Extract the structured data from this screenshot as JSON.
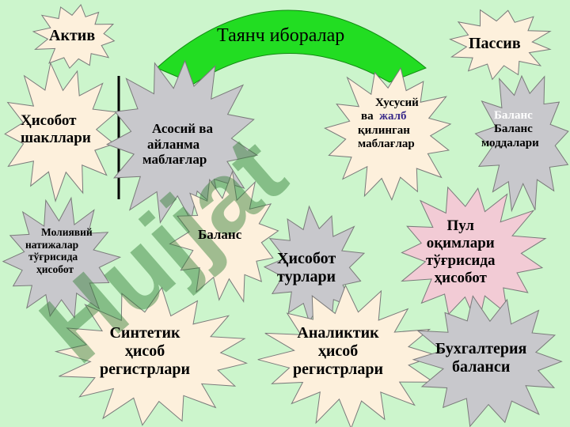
{
  "title": "Таянч иборалар",
  "watermark": "Hujjat",
  "colors": {
    "background": "#ccf5cc",
    "arc": "#22dd22",
    "cream": "#fdf0dc",
    "gray": "#c8c8cc",
    "pink": "#f2cbd5",
    "watermark_green": "#2e7d32",
    "watermark_purple": "#a98bd6",
    "watermark_red": "#c62828"
  },
  "bursts": {
    "aktiv": "Актив",
    "passiv": "Пассив",
    "hisobot_shakllari": [
      "Ҳисобот",
      "шакллари"
    ],
    "asosiy": [
      "Асосий ва",
      "айланма",
      "маблағлар"
    ],
    "xususiy": {
      "l1": "Хусусий",
      "l2a": "ва",
      "l2b": "жалб",
      "l3": "қилинган",
      "l4": "маблағлар"
    },
    "balans_moddalari": {
      "faded": "Баланс",
      "l1": "Баланс",
      "l2": "моддалари"
    },
    "moliyaviy": [
      "Молиявий",
      "натижалар",
      "тўғрисида",
      "ҳисобот"
    ],
    "balans": "Баланс",
    "hisobot_turlari": [
      "Ҳисобот",
      "турлари"
    ],
    "pul": [
      "Пул",
      "оқимлари",
      "тўғрисида",
      "ҳисобот"
    ],
    "sintetik": [
      "Синтетик",
      "ҳисоб",
      "регистрлари"
    ],
    "analitik": [
      "Аналиктик",
      "ҳисоб",
      "регистрлари"
    ],
    "buxgalteriya": [
      "Бухгалтерия",
      "баланси"
    ]
  }
}
